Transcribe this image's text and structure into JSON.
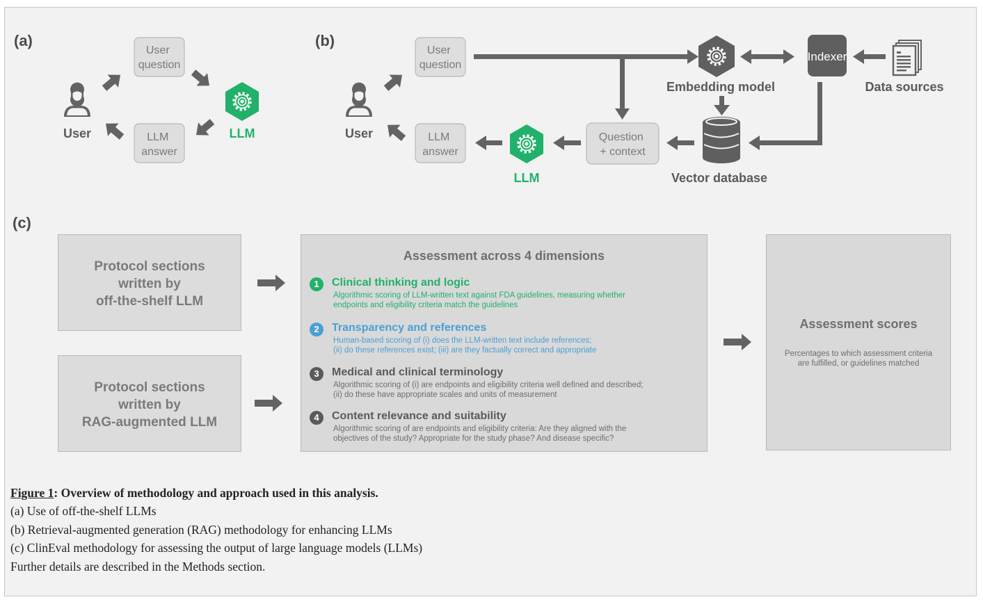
{
  "colors": {
    "green": "#21b16a",
    "blue": "#4b9fd5",
    "dark_gray": "#5a5a5a",
    "arrow_gray": "#636363"
  },
  "panel_a": {
    "label": "(a)",
    "user_question": [
      "User",
      "question"
    ],
    "llm_answer": [
      "LLM",
      "answer"
    ],
    "user_label": "User",
    "llm_label": "LLM",
    "icons": [
      "user-icon",
      "gear-hexagon-icon"
    ]
  },
  "panel_b": {
    "label": "(b)",
    "user_question": [
      "User",
      "question"
    ],
    "llm_answer": [
      "LLM",
      "answer"
    ],
    "user_label": "User",
    "llm_label": "LLM",
    "embedding_model": "Embedding model",
    "indexer": "Indexer",
    "data_sources": "Data sources",
    "question_context": [
      "Question",
      "+ context"
    ],
    "vector_database": "Vector database",
    "icons": [
      "user-icon",
      "gear-hexagon-icon",
      "gear-hexagon-icon",
      "documents-icon",
      "database-icon"
    ]
  },
  "panel_c": {
    "label": "(c)",
    "protocol_offshelf": [
      "Protocol sections",
      "written by",
      "off-the-shelf LLM"
    ],
    "protocol_rag": [
      "Protocol sections",
      "written by",
      "RAG-augmented LLM"
    ],
    "assessment_title": "Assessment across 4 dimensions",
    "dimensions": [
      {
        "number": "1",
        "title": "Clinical thinking and logic",
        "desc": [
          "Algorithmic scoring of LLM-written text against FDA guidelines, measuring whether",
          "endpoints and eligibility criteria match the guidelines"
        ]
      },
      {
        "number": "2",
        "title": "Transparency and references",
        "desc": [
          "Human-based scoring of (i) does the LLM-written text include references;",
          "(ii) do these references exist; (iii) are they factually correct and appropriate"
        ]
      },
      {
        "number": "3",
        "title": "Medical and clinical terminology",
        "desc": [
          "Algorithmic scoring of (i) are endpoints and eligibility criteria well defined and described;",
          "(ii) do these have appropriate scales and units of measurement"
        ]
      },
      {
        "number": "4",
        "title": "Content relevance and suitability",
        "desc": [
          "Algorithmic scoring of are endpoints and eligibility criteria: Are they aligned with the",
          "objectives of the study? Appropriate for the study phase? And disease specific?"
        ]
      }
    ],
    "scores_title": "Assessment scores",
    "scores_desc": [
      "Percentages to which assessment criteria",
      "are fulfilled, or guidelines matched"
    ]
  },
  "caption": {
    "figure_label": "Figure 1",
    "title_rest": ": Overview of methodology and approach used in this analysis.",
    "lines": [
      "(a) Use of off-the-shelf LLMs",
      "(b) Retrieval-augmented generation (RAG) methodology for enhancing LLMs",
      "(c) ClinEval methodology for assessing the output of large language models (LLMs)",
      "Further details are described in the Methods section."
    ]
  }
}
